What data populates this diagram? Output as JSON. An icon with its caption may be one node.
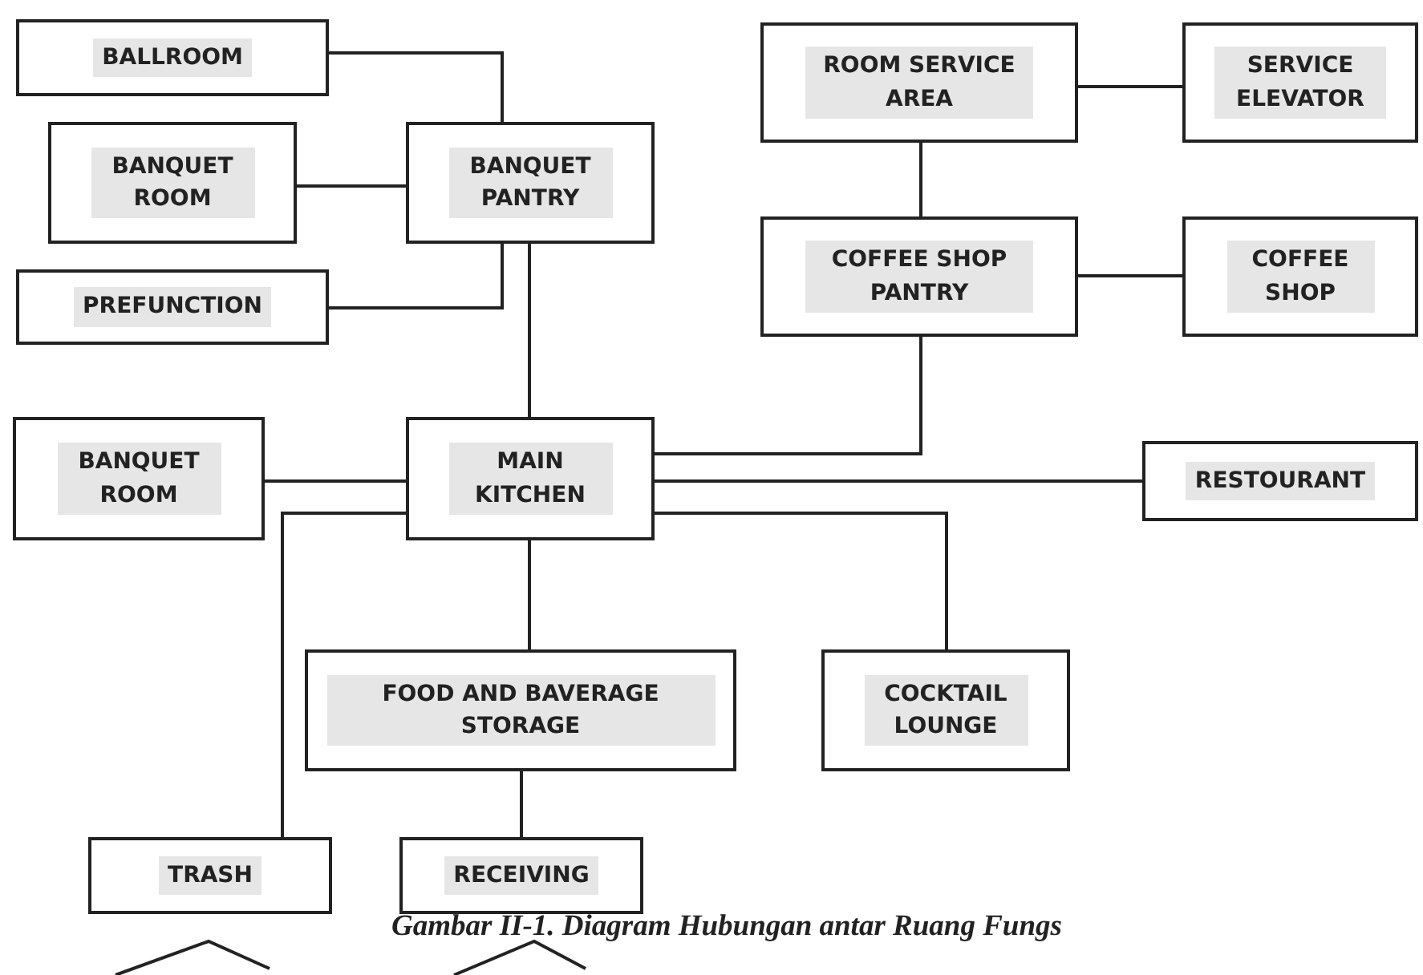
{
  "diagram": {
    "caption": "Gambar II-1. Diagram Hubungan antar Ruang Fungs",
    "nodes": [
      {
        "text": [
          "BALLROOM"
        ]
      },
      {
        "text": [
          "BANQUET ROOM"
        ]
      },
      {
        "text": [
          "BANQUET PANTRY"
        ]
      },
      {
        "text": [
          "PREFUNCTION"
        ]
      },
      {
        "text": [
          "ROOM SERVICE AREA"
        ]
      },
      {
        "text": [
          "SERVICE ELEVATOR"
        ]
      },
      {
        "text": [
          "COFFEE SHOP PANTRY"
        ]
      },
      {
        "text": [
          "COFFEE SHOP"
        ]
      },
      {
        "text": [
          "BANQUET ROOM"
        ]
      },
      {
        "text": [
          "MAIN KITCHEN"
        ]
      },
      {
        "text": [
          "RESTOURANT"
        ]
      },
      {
        "text": [
          "FOOD AND BAVERAGE STORAGE"
        ]
      },
      {
        "text": [
          "COCKTAIL LOUNGE"
        ]
      },
      {
        "text": [
          "TRASH"
        ]
      },
      {
        "text": [
          "RECEIVING"
        ]
      }
    ],
    "edges": [
      {
        "from": 0,
        "to": 2,
        "arrow": "none"
      },
      {
        "from": 1,
        "to": 2,
        "arrow": "none"
      },
      {
        "from": 3,
        "to": 2,
        "arrow": "none"
      },
      {
        "from": 2,
        "to": 9,
        "arrow": "none"
      },
      {
        "from": 4,
        "to": 5,
        "arrow": "none"
      },
      {
        "from": 4,
        "to": 6,
        "arrow": "none"
      },
      {
        "from": 6,
        "to": 7,
        "arrow": "none"
      },
      {
        "from": 6,
        "to": 9,
        "arrow": "none"
      },
      {
        "from": 8,
        "to": 9,
        "arrow": "none"
      },
      {
        "from": 9,
        "to": 10,
        "arrow": "none"
      },
      {
        "from": 9,
        "to": 12,
        "arrow": "none"
      },
      {
        "from": 9,
        "to": 13,
        "arrow": "none"
      },
      {
        "from": 9,
        "to": 11,
        "arrow": "none"
      },
      {
        "from": 11,
        "to": 14,
        "arrow": "none"
      }
    ]
  }
}
